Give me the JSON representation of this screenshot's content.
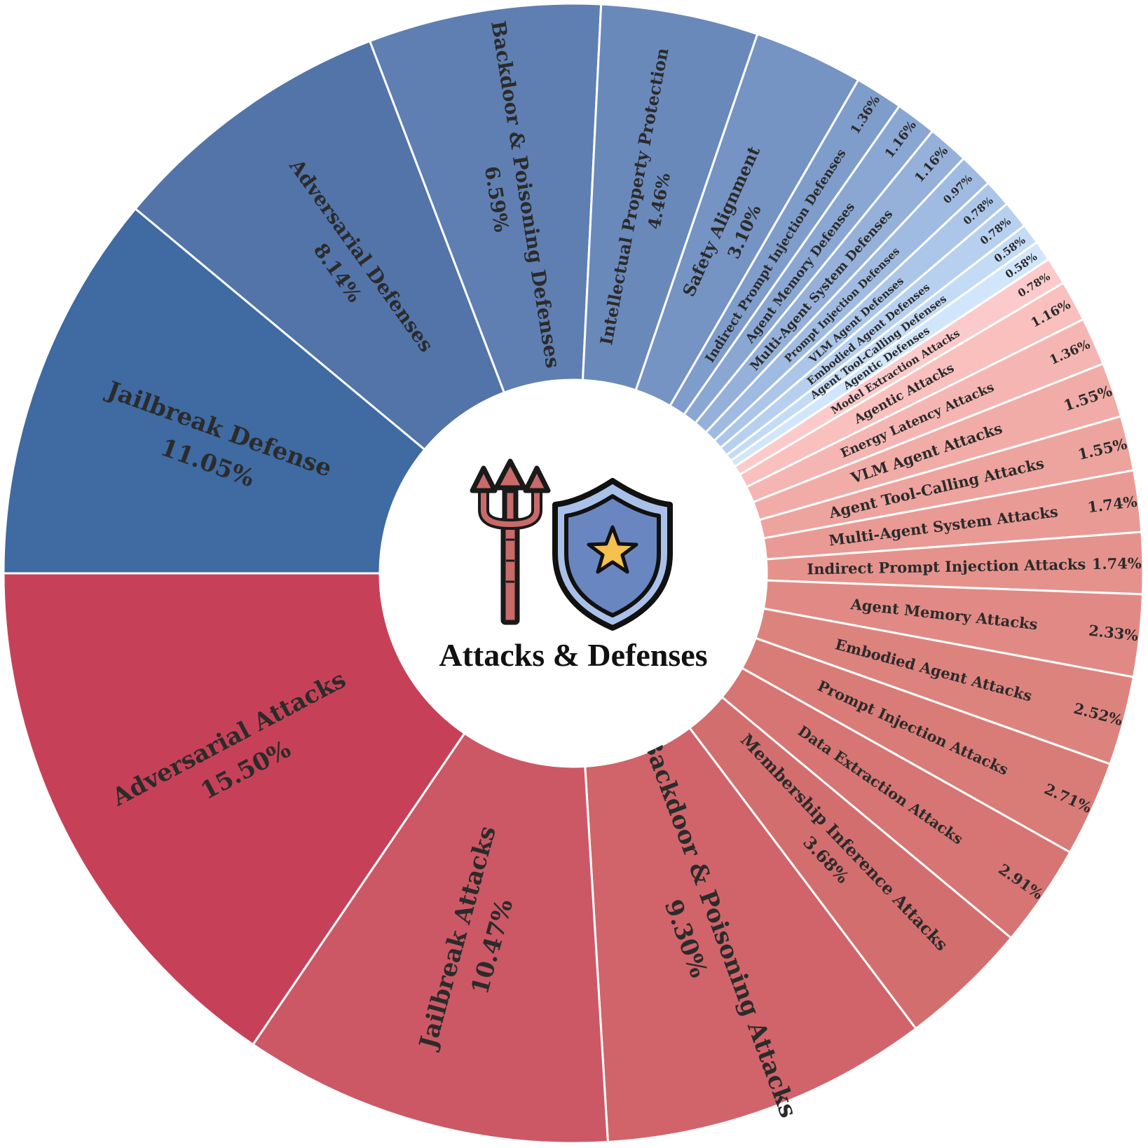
{
  "chart_data": {
    "type": "pie",
    "donut": true,
    "center_title": "Attacks & Defenses",
    "center_icons": [
      "trident-icon",
      "shield-star-icon"
    ],
    "start_direction": "left",
    "direction": "clockwise",
    "slices": [
      {
        "label": "Jailbreak Defense",
        "value": 11.05,
        "value_label": "11.05%",
        "color": "#3f6aa2",
        "group": "defense"
      },
      {
        "label": "Adversarial Defenses",
        "value": 8.14,
        "value_label": "8.14%",
        "color": "#5274a9",
        "group": "defense"
      },
      {
        "label": "Backdoor & Poisoning Defenses",
        "value": 6.59,
        "value_label": "6.59%",
        "color": "#5f7fb2",
        "group": "defense"
      },
      {
        "label": "Intellectual Property Protection",
        "value": 4.46,
        "value_label": "4.46%",
        "color": "#6a89bb",
        "group": "defense"
      },
      {
        "label": "Safety Alignment",
        "value": 3.1,
        "value_label": "3.10%",
        "color": "#7593c3",
        "group": "defense"
      },
      {
        "label": "Indirect Prompt Injection Defenses",
        "value": 1.36,
        "value_label": "1.36%",
        "color": "#7f9dcb",
        "group": "defense"
      },
      {
        "label": "Agent Memory Defenses",
        "value": 1.16,
        "value_label": "1.16%",
        "color": "#8aa7d3",
        "group": "defense"
      },
      {
        "label": "Multi-Agent System Defenses",
        "value": 1.16,
        "value_label": "1.16%",
        "color": "#95b1da",
        "group": "defense"
      },
      {
        "label": "Prompt Injection Defenses",
        "value": 0.97,
        "value_label": "0.97%",
        "color": "#a0bbe1",
        "group": "defense"
      },
      {
        "label": "VLM Agent Defenses",
        "value": 0.78,
        "value_label": "0.78%",
        "color": "#abc6e8",
        "group": "defense"
      },
      {
        "label": "Embodied Agent Defenses",
        "value": 0.78,
        "value_label": "0.78%",
        "color": "#b7d0ef",
        "group": "defense"
      },
      {
        "label": "Agent Tool-Calling Defenses",
        "value": 0.58,
        "value_label": "0.58%",
        "color": "#c4dbf5",
        "group": "defense"
      },
      {
        "label": "Agentic Defenses",
        "value": 0.58,
        "value_label": "0.58%",
        "color": "#d2e6fb",
        "group": "defense"
      },
      {
        "label": "Model Extraction Attacks",
        "value": 0.78,
        "value_label": "0.78%",
        "color": "#fccaca",
        "group": "attack"
      },
      {
        "label": "Agentic Attacks",
        "value": 1.16,
        "value_label": "1.16%",
        "color": "#f9c0be",
        "group": "attack"
      },
      {
        "label": "Energy Latency Attacks",
        "value": 1.36,
        "value_label": "1.36%",
        "color": "#f5b6b3",
        "group": "attack"
      },
      {
        "label": "VLM Agent Attacks",
        "value": 1.55,
        "value_label": "1.55%",
        "color": "#f1aca8",
        "group": "attack"
      },
      {
        "label": "Agent Tool-Calling Attacks",
        "value": 1.55,
        "value_label": "1.55%",
        "color": "#eda39e",
        "group": "attack"
      },
      {
        "label": "Multi-Agent System Attacks",
        "value": 1.74,
        "value_label": "1.74%",
        "color": "#e99a95",
        "group": "attack"
      },
      {
        "label": "Indirect Prompt Injection Attacks",
        "value": 1.74,
        "value_label": "1.74%",
        "color": "#e5928d",
        "group": "attack"
      },
      {
        "label": "Agent Memory Attacks",
        "value": 2.33,
        "value_label": "2.33%",
        "color": "#e18a85",
        "group": "attack"
      },
      {
        "label": "Embodied Agent Attacks",
        "value": 2.52,
        "value_label": "2.52%",
        "color": "#dd837e",
        "group": "attack"
      },
      {
        "label": "Prompt Injection Attacks",
        "value": 2.71,
        "value_label": "2.71%",
        "color": "#d97c78",
        "group": "attack"
      },
      {
        "label": "Data Extraction Attacks",
        "value": 2.91,
        "value_label": "2.91%",
        "color": "#d67573",
        "group": "attack"
      },
      {
        "label": "Membership Inference Attacks",
        "value": 3.68,
        "value_label": "3.68%",
        "color": "#d36e6e",
        "group": "attack"
      },
      {
        "label": "Backdoor & Poisoning Attacks",
        "value": 9.3,
        "value_label": "9.30%",
        "color": "#d0646a",
        "group": "attack"
      },
      {
        "label": "Jailbreak Attacks",
        "value": 10.47,
        "value_label": "10.47%",
        "color": "#cc5865",
        "group": "attack"
      },
      {
        "label": "Adversarial Attacks",
        "value": 15.5,
        "value_label": "15.50%",
        "color": "#c64158",
        "group": "attack"
      }
    ]
  }
}
